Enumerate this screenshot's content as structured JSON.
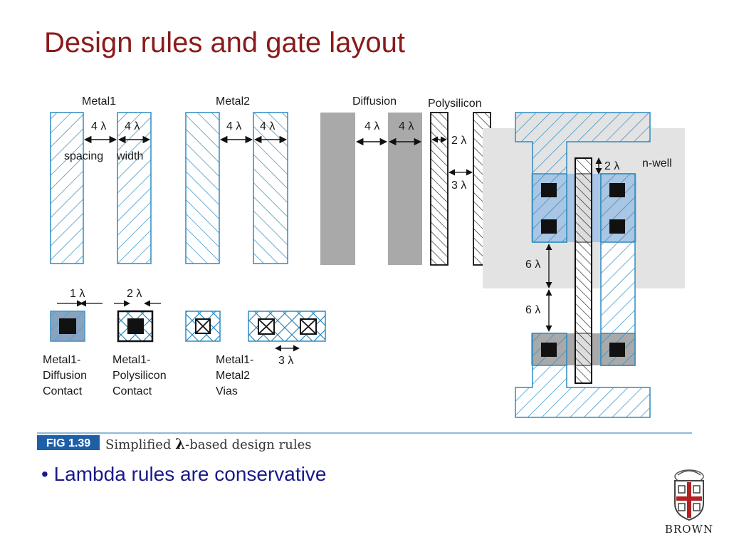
{
  "slide": {
    "title": "Design rules and gate layout",
    "bullet": "• Lambda rules are conservative"
  },
  "figure": {
    "labels": {
      "metal1": "Metal1",
      "metal2": "Metal2",
      "diffusion": "Diffusion",
      "polysilicon": "Polysilicon",
      "nwell": "n-well",
      "spacing": "spacing",
      "width": "width",
      "m1_spacing_dim": "4 λ",
      "m1_width_dim": "4 λ",
      "m2_spacing_dim": "4 λ",
      "m2_width_dim": "4 λ",
      "diff_spacing_dim": "4 λ",
      "diff_width_dim": "4 λ",
      "poly_width_dim": "2 λ",
      "poly_spacing_dim": "3 λ",
      "contact_surround_dim": "1 λ",
      "contact_size_dim": "2 λ",
      "via_spacing_dim": "3 λ",
      "gate_overhang_dim": "2 λ",
      "upper_gap_dim": "6 λ",
      "lower_gap_dim": "6 λ",
      "contact1_line1": "Metal1-",
      "contact1_line2": "Diffusion",
      "contact1_line3": "Contact",
      "contact2_line1": "Metal1-",
      "contact2_line2": "Polysilicon",
      "contact2_line3": "Contact",
      "vias_line1": "Metal1-",
      "vias_line2": "Metal2",
      "vias_line3": "Vias"
    },
    "caption": {
      "fig_label": "FIG 1.39",
      "text_before": "Simplified ",
      "symbol": "λ",
      "text_after": "-based design rules"
    }
  },
  "logo": {
    "text": "BROWN"
  },
  "colors": {
    "title": "#8b1a1a",
    "bullet": "#1a1a8c",
    "metal_hatch": "#2e8bc0",
    "diffusion_gray": "#a9a9a9",
    "nwell_gray": "#e3e3e3",
    "contact_black": "#111111",
    "fig_label_bg": "#1f5fa8",
    "logo_red": "#b22222"
  }
}
